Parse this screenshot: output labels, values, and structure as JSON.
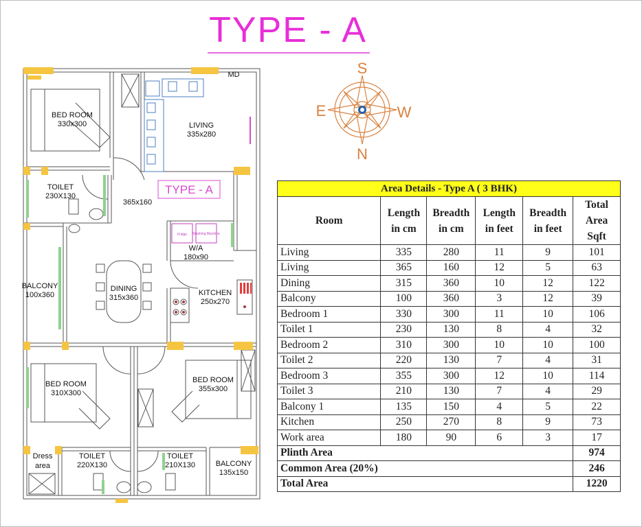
{
  "title": "TYPE - A",
  "compass": {
    "top": "S",
    "left": "E",
    "right": "W",
    "bottom": "N"
  },
  "plan": {
    "md_label": "MD",
    "stamp": "TYPE - A",
    "rooms": {
      "bedroom1": {
        "name": "BED ROOM",
        "size": "330x300"
      },
      "living": {
        "name": "LIVING",
        "size": "335x280"
      },
      "toilet1": {
        "name": "TOILET",
        "size": "230X130"
      },
      "passage": {
        "size": "365x160"
      },
      "wa": {
        "name": "W/A",
        "size": "180x90"
      },
      "balcony": {
        "name": "BALCONY",
        "size": "100x360"
      },
      "dining": {
        "name": "DINING",
        "size": "315x360"
      },
      "kitchen": {
        "name": "KITCHEN",
        "size": "250x270"
      },
      "bedroom2": {
        "name": "BED ROOM",
        "size": "310X300"
      },
      "bedroom3": {
        "name": "BED ROOM",
        "size": "355x300"
      },
      "dress": {
        "name": "Dress",
        "sub": "area"
      },
      "toilet2": {
        "name": "TOILET",
        "size": "220X130"
      },
      "toilet3": {
        "name": "TOILET",
        "size": "210X130"
      },
      "balcony1": {
        "name": "BALCONY",
        "size": "135x150"
      }
    },
    "appliances": {
      "fridge": "Fridge",
      "washing": "Washing Machine"
    }
  },
  "table": {
    "heading": "Area Details - Type A ( 3 BHK)",
    "columns": [
      "Room",
      "Length in cm",
      "Breadth in cm",
      "Length in feet",
      "Breadth in feet",
      "Total Area Sqft"
    ],
    "rows": [
      [
        "Living",
        "335",
        "280",
        "11",
        "9",
        "101"
      ],
      [
        "Living",
        "365",
        "160",
        "12",
        "5",
        "63"
      ],
      [
        "Dining",
        "315",
        "360",
        "10",
        "12",
        "122"
      ],
      [
        "Balcony",
        "100",
        "360",
        "3",
        "12",
        "39"
      ],
      [
        "Bedroom 1",
        "330",
        "300",
        "11",
        "10",
        "106"
      ],
      [
        "Toilet 1",
        "230",
        "130",
        "8",
        "4",
        "32"
      ],
      [
        "Bedroom 2",
        "310",
        "300",
        "10",
        "10",
        "100"
      ],
      [
        "Toilet 2",
        "220",
        "130",
        "7",
        "4",
        "31"
      ],
      [
        "Bedroom 3",
        "355",
        "300",
        "12",
        "10",
        "114"
      ],
      [
        "Toilet 3",
        "210",
        "130",
        "7",
        "4",
        "29"
      ],
      [
        "Balcony 1",
        "135",
        "150",
        "4",
        "5",
        "22"
      ],
      [
        "Kitchen",
        "250",
        "270",
        "8",
        "9",
        "73"
      ],
      [
        "Work area",
        "180",
        "90",
        "6",
        "3",
        "17"
      ]
    ],
    "summary": [
      {
        "label": "Plinth Area",
        "value": "974"
      },
      {
        "label": "Common Area (20%)",
        "value": "246"
      },
      {
        "label": "Total Area",
        "value": "1220"
      }
    ]
  },
  "colors": {
    "title": "#e82ed8",
    "compass": "#d9823f",
    "header_bg": "#ffff1a",
    "window": "#f5c542"
  }
}
